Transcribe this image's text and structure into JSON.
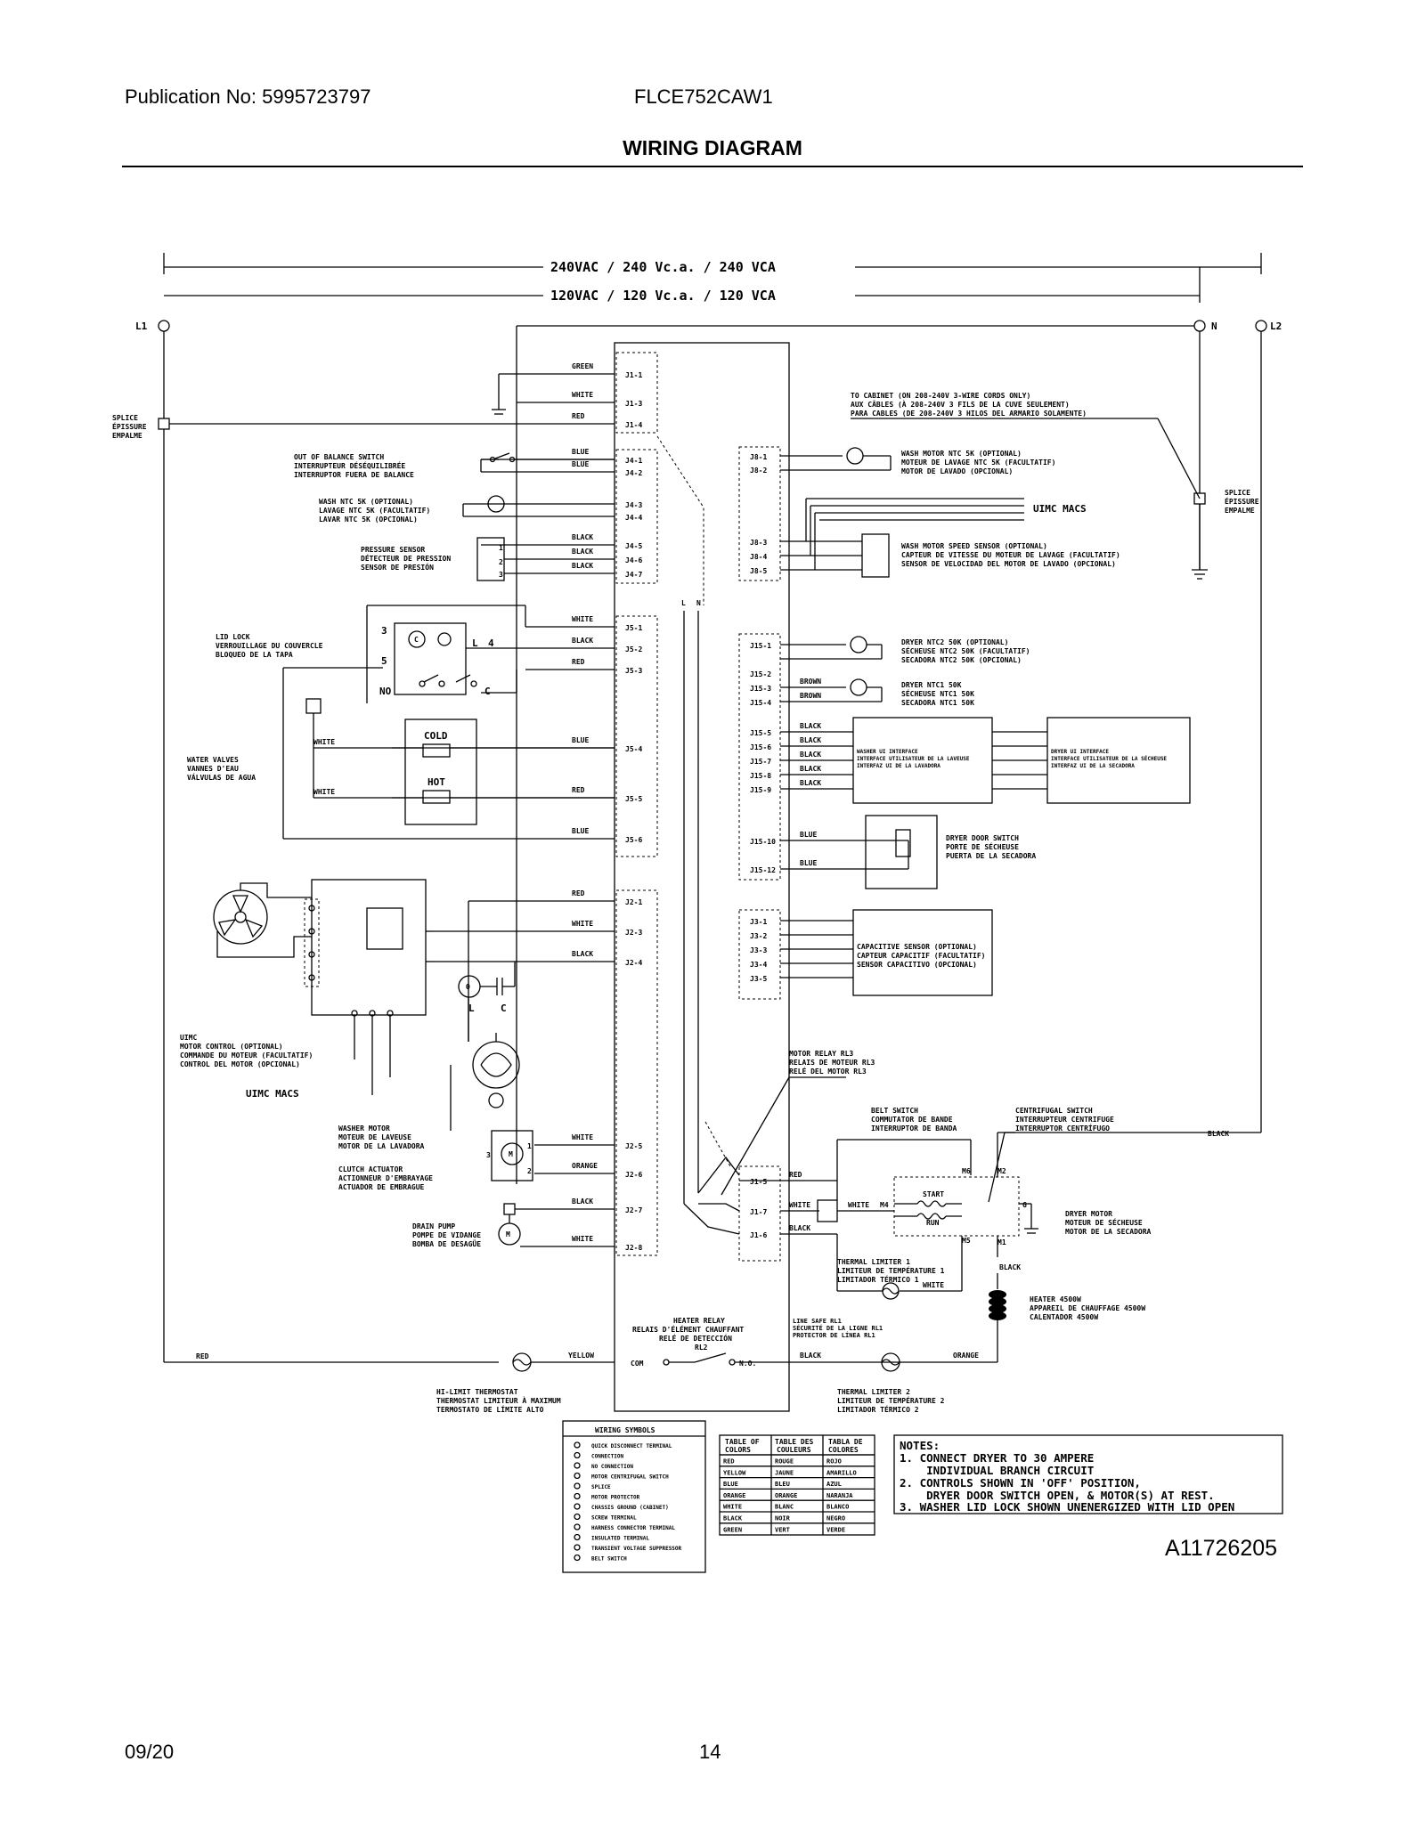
{
  "header": {
    "publication": "Publication No: 5995723797",
    "model": "FLCE752CAW1",
    "title": "WIRING DIAGRAM"
  },
  "footer": {
    "date": "09/20",
    "page": "14",
    "doc_id": "A11726205"
  },
  "voltage": {
    "v240": "240VAC / 240 Vc.a. / 240 VCA",
    "v120": "120VAC / 120 Vc.a. / 120 VCA"
  },
  "lines": {
    "l1": "L1",
    "n": "N",
    "l2": "L2"
  },
  "splice_left": [
    "SPLICE",
    "ÉPISSURE",
    "EMPALME"
  ],
  "splice_right": [
    "SPLICE",
    "ÉPISSURE",
    "EMPALME"
  ],
  "cabinet": [
    "TO CABINET (ON 208-240V 3-WIRE CORDS ONLY)",
    "AUX CÂBLES (À 208-240V 3 FILS DE LA CUVE SEULEMENT)",
    "PARA CABLES (DE 208-240V 3 HILOS DEL ARMARIO SOLAMENTE)"
  ],
  "components": {
    "out_of_balance": [
      "OUT OF BALANCE SWITCH",
      "INTERRUPTEUR DÉSÉQUILIBRÉE",
      "INTERRUPTOR FUERA DE BALANCE"
    ],
    "wash_ntc_5k": [
      "WASH NTC 5K (OPTIONAL)",
      "LAVAGE NTC 5K (FACULTATIF)",
      "LAVAR NTC 5K (OPCIONAL)"
    ],
    "pressure_sensor": [
      "PRESSURE SENSOR",
      "DÉTECTEUR DE PRESSION",
      "SENSOR DE PRESIÓN"
    ],
    "lid_lock": [
      "LID LOCK",
      "VERROUILLAGE DU COUVERCLE",
      "BLOQUEO DE LA TAPA"
    ],
    "water_valves": [
      "WATER VALVES",
      "VANNES D'EAU",
      "VÁLVULAS DE AGUA"
    ],
    "motor_control": [
      "UIMC",
      "MOTOR CONTROL (OPTIONAL)",
      "COMMANDE DU MOTEUR (FACULTATIF)",
      "CONTROL DEL MOTOR (OPCIONAL)"
    ],
    "uimc_macs": "UIMC MACS",
    "washer_motor": [
      "WASHER MOTOR",
      "MOTEUR DE LAVEUSE",
      "MOTOR DE LA LAVADORA"
    ],
    "clutch": [
      "CLUTCH ACTUATOR",
      "ACTIONNEUR D'EMBRAYAGE",
      "ACTUADOR DE EMBRAGUE"
    ],
    "drain_pump": [
      "DRAIN PUMP",
      "POMPE DE VIDANGE",
      "BOMBA DE DESAGÜE"
    ],
    "hi_limit": [
      "HI-LIMIT THERMOSTAT",
      "THERMOSTAT LIMITEUR À MAXIMUM",
      "TERMOSTATO DE LÍMITE ALTO"
    ],
    "heater_relay": [
      "HEATER RELAY",
      "RELAIS D'ÉLÉMENT CHAUFFANT",
      "RELÉ DE DETECCIÓN",
      "RL2"
    ],
    "wash_motor_ntc": [
      "WASH MOTOR NTC 5K (OPTIONAL)",
      "MOTEUR DE LAVAGE NTC 5K (FACULTATIF)",
      "MOTOR DE LAVADO (OPCIONAL)"
    ],
    "speed_sensor": [
      "WASH MOTOR SPEED SENSOR (OPTIONAL)",
      "CAPTEUR DE VITESSE DU MOTEUR DE LAVAGE (FACULTATIF)",
      "SENSOR DE VELOCIDAD DEL MOTOR DE LAVADO (OPCIONAL)"
    ],
    "dryer_ntc2": [
      "DRYER NTC2 50K (OPTIONAL)",
      "SÉCHEUSE NTC2 50K (FACULTATIF)",
      "SECADORA NTC2 50K (OPCIONAL)"
    ],
    "dryer_ntc1": [
      "DRYER NTC1 50K",
      "SÉCHEUSE NTC1 50K",
      "SECADORA NTC1 50K"
    ],
    "washer_ui": [
      "WASHER UI INTERFACE",
      "INTERFACE UTILISATEUR DE LA LAVEUSE",
      "INTERFAZ UI DE LA LAVADORA"
    ],
    "dryer_ui": [
      "DRYER UI INTERFACE",
      "INTERFACE UTILISATEUR DE LA SÉCHEUSE",
      "INTERFAZ UI DE LA SECADORA"
    ],
    "door_switch": [
      "DRYER DOOR SWITCH",
      "PORTE DE SÉCHEUSE",
      "PUERTA DE LA SECADORA"
    ],
    "capacitive": [
      "CAPACITIVE SENSOR (OPTIONAL)",
      "CAPTEUR CAPACITIF (FACULTATIF)",
      "SENSOR CAPACITIVO (OPCIONAL)"
    ],
    "motor_relay": [
      "MOTOR RELAY RL3",
      "RELAIS DE MOTEUR RL3",
      "RELÉ DEL MOTOR RL3"
    ],
    "belt_switch": [
      "BELT SWITCH",
      "COMMUTATOR DE BANDE",
      "INTERRUPTOR DE BANDA"
    ],
    "centrifugal": [
      "CENTRIFUGAL SWITCH",
      "INTERRUPTEUR CENTRIFUGE",
      "INTERRUPTOR CENTRÍFUGO"
    ],
    "dryer_motor": [
      "DRYER MOTOR",
      "MOTEUR DE SÉCHEUSE",
      "MOTOR DE LA SECADORA"
    ],
    "thermal_1": [
      "THERMAL LIMITER 1",
      "LIMITEUR DE TEMPÉRATURE 1",
      "LIMITADOR TÉRMICO 1"
    ],
    "line_safe": [
      "LINE SAFE RL1",
      "SÉCURITÉ DE LA LIGNE RL1",
      "PROTECTOR DE LÍNEA RL1"
    ],
    "heater": [
      "HEATER 4500W",
      "APPAREIL DE CHAUFFAGE 4500W",
      "CALENTADOR 4500W"
    ],
    "thermal_2": [
      "THERMAL LIMITER 2",
      "LIMITEUR DE TEMPÉRATURE 2",
      "LIMITADOR TÉRMICO 2"
    ]
  },
  "wire_symbols": {
    "title": "WIRING SYMBOLS",
    "items": [
      "QUICK DISCONNECT TERMINAL",
      "CONNECTION",
      "NO CONNECTION",
      "MOTOR CENTRIFUGAL SWITCH",
      "SPLICE",
      "MOTOR PROTECTOR",
      "CHASSIS GROUND (CABINET)",
      "SCREW TERMINAL",
      "HARNESS CONNECTOR TERMINAL",
      "INSULATED TERMINAL",
      "TRANSIENT VOLTAGE SUPPRESSOR",
      "BELT SWITCH"
    ]
  },
  "color_table": {
    "headers": [
      [
        "TABLE OF",
        "COLORS"
      ],
      [
        "TABLE DES",
        "COULEURS"
      ],
      [
        "TABLA DE",
        "COLORES"
      ]
    ],
    "rows": [
      [
        "RED",
        "ROUGE",
        "ROJO"
      ],
      [
        "YELLOW",
        "JAUNE",
        "AMARILLO"
      ],
      [
        "BLUE",
        "BLEU",
        "AZUL"
      ],
      [
        "ORANGE",
        "ORANGE",
        "NARANJA"
      ],
      [
        "WHITE",
        "BLANC",
        "BLANCO"
      ],
      [
        "BLACK",
        "NOIR",
        "NEGRO"
      ],
      [
        "GREEN",
        "VERT",
        "VERDE"
      ]
    ]
  },
  "notes": [
    "NOTES:",
    "1. CONNECT DRYER TO 30 AMPERE",
    "    INDIVIDUAL BRANCH CIRCUIT",
    "2. CONTROLS SHOWN IN 'OFF' POSITION,",
    "    DRYER DOOR SWITCH OPEN, & MOTOR(S) AT REST.",
    "3. WASHER LID LOCK SHOWN UNENERGIZED WITH LID OPEN"
  ]
}
